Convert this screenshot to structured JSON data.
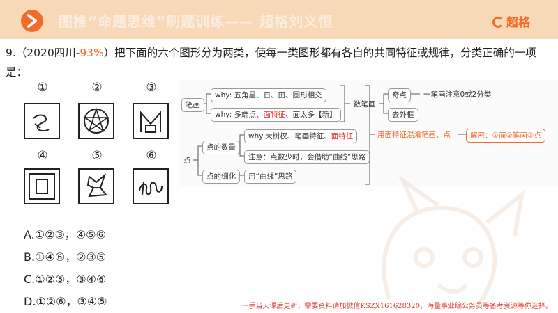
{
  "banner": {
    "title": "图推“命题思维”刷题训练—— 超格刘义恒",
    "logo_text": "超格",
    "accent_color": "#f26b2a"
  },
  "question": {
    "prefix": "9.（2020四川-",
    "percent": "93%",
    "suffix": "）把下面的六个图形分为两类，使每一类图形都有各自的共同特征或规律，分类正确的一项是："
  },
  "figures": {
    "labels": [
      "①",
      "②",
      "③",
      "④",
      "⑤",
      "⑥"
    ]
  },
  "mindmap": {
    "stroke": {
      "label": "笔画",
      "why1": "why: 五角星、日、田、圆形相交",
      "why2_a": "why: 多端点、",
      "why2_red": "面特征",
      "why2_b": "、面太多【新】"
    },
    "point": {
      "label": "点",
      "count": "点的数量",
      "count_why_a": "why:大树杈、笔画特征、",
      "count_why_red": "面特征",
      "count_note": "注意：点数少时，会借助“曲线”思路",
      "refine": "点的细化",
      "refine_text": "用“曲线”思路"
    },
    "count_strokes": {
      "label": "数笔画",
      "odd": "奇点",
      "odd_rule": "一笔画注意0或2分类",
      "frame": "去外框"
    },
    "confuse": "用面特征混淆笔画、点",
    "answer": "解密：①面②笔画③点"
  },
  "options": [
    "A.①②③，④⑤⑥",
    "B.①④⑥，②③⑤",
    "C.①②⑤，③④⑥",
    "D.①②⑥，③④⑤"
  ],
  "footer": "一手当天课后更新，需要资料请加微信KSZX161628320，海量事业编公务员等备考资源等你选择。"
}
